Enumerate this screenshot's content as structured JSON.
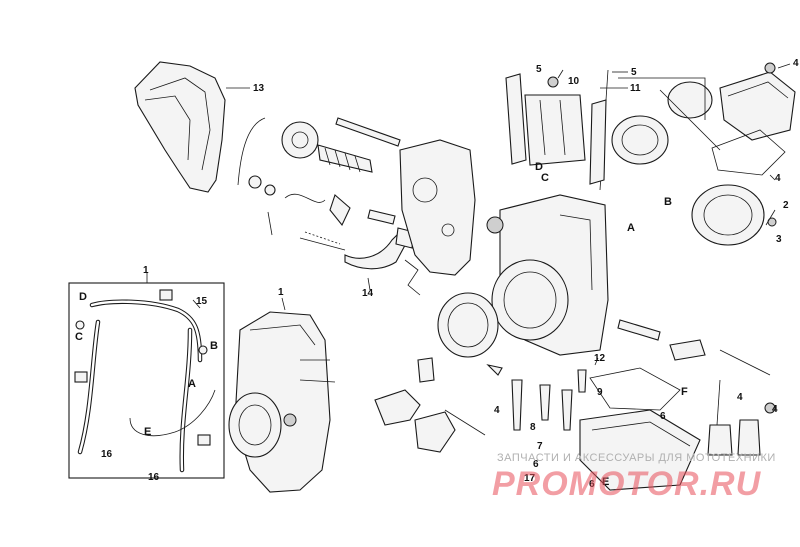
{
  "callouts": {
    "n1_top": "1",
    "n1_body": "1",
    "n2": "2",
    "n3": "3",
    "n4_top": "4",
    "n4_right": "4",
    "n4_low1": "4",
    "n4_low2": "4",
    "n5_a": "5",
    "n5_b": "5",
    "n6_a": "6",
    "n6_b": "6",
    "n6_c": "6",
    "n7": "7",
    "n8": "8",
    "n9": "9",
    "n10": "10",
    "n11": "11",
    "n12": "12",
    "n13": "13",
    "n14": "14",
    "n15": "15",
    "n16_a": "16",
    "n16_b": "16",
    "n17": "17"
  },
  "letters": {
    "A_inset": "A",
    "B_inset": "B",
    "C_inset": "C",
    "D_inset": "D",
    "E_inset": "E",
    "A_main": "A",
    "B_main": "B",
    "C_main": "C",
    "D_main": "D",
    "E_main": "E",
    "F_main": "F"
  },
  "watermark": {
    "tagline": "ЗАПЧАСТИ И АКСЕССУАРЫ ДЛЯ МОТОТЕХНИКИ",
    "logo": "PROMOTOR.RU"
  },
  "colors": {
    "line": "#1a1a1a",
    "watermark": "#e8505b"
  }
}
